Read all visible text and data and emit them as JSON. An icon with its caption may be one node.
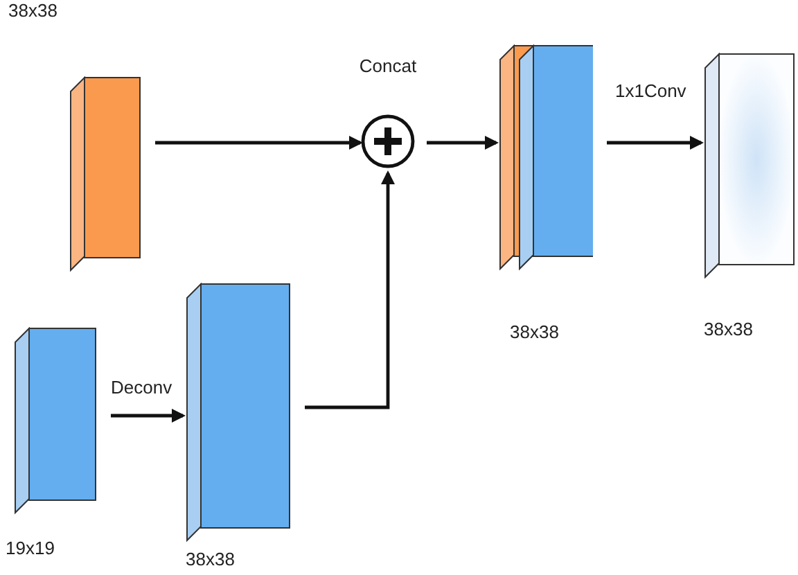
{
  "diagram": {
    "nodes": [
      {
        "text": [],
        "shape": "box",
        "beside": [
          "38x38"
        ]
      },
      {
        "text": [
          "Concat"
        ]
      },
      {
        "text": [],
        "shape": "box",
        "beside": [
          "38x38"
        ]
      },
      {
        "text": [],
        "shape": "box",
        "beside": [
          "38x38"
        ]
      },
      {
        "text": [],
        "shape": "box",
        "beside": [
          "19x19"
        ]
      },
      {
        "text": [],
        "shape": "box",
        "beside": [
          "38x38"
        ]
      }
    ],
    "edges": [
      {
        "from": 0,
        "to": 1,
        "arrow": "to"
      },
      {
        "from": 1,
        "to": 2,
        "arrow": "to"
      },
      {
        "from": 2,
        "to": 3,
        "arrow": "to",
        "label": "1x1Conv"
      },
      {
        "from": 4,
        "to": 5,
        "arrow": "to",
        "label": "Deconv"
      },
      {
        "from": 5,
        "to": 1,
        "arrow": "to"
      }
    ]
  }
}
